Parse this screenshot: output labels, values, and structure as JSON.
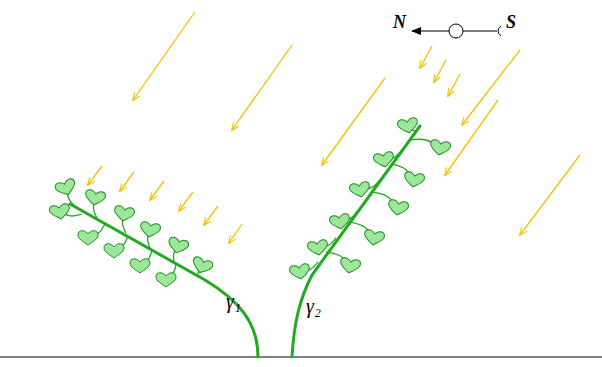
{
  "diagram": {
    "labels": [
      "N",
      "S",
      "γ₁",
      "γ₂"
    ]
  }
}
